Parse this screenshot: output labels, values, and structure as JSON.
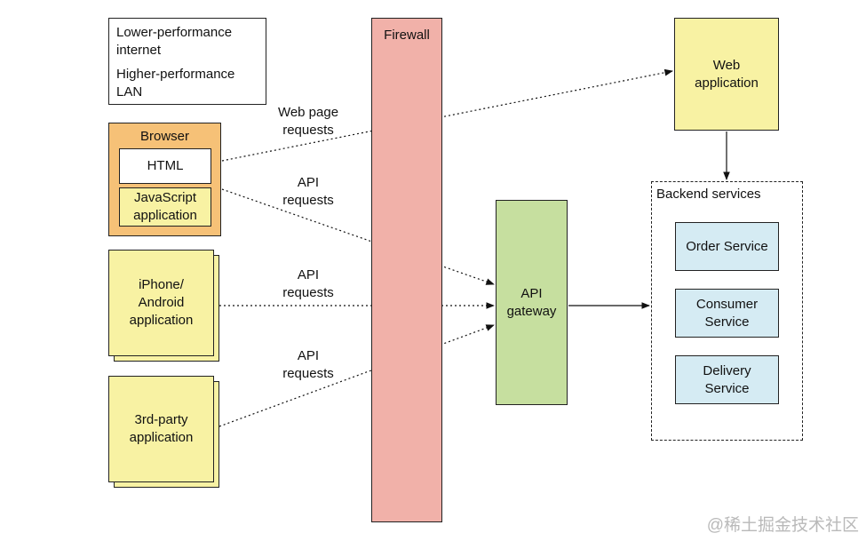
{
  "legend": {
    "dotted_label": "Lower-performance\ninternet",
    "solid_label": "Higher-performance\nLAN"
  },
  "firewall": {
    "label": "Firewall"
  },
  "browser": {
    "title": "Browser",
    "html_label": "HTML",
    "js_label": "JavaScript\napplication"
  },
  "mobile_app": {
    "label": "iPhone/\nAndroid\napplication"
  },
  "third_party_app": {
    "label": "3rd-party\napplication"
  },
  "web_application": {
    "label": "Web\napplication"
  },
  "api_gateway": {
    "label": "API\ngateway"
  },
  "backend": {
    "title": "Backend services",
    "services": [
      "Order Service",
      "Consumer\nService",
      "Delivery\nService"
    ]
  },
  "connections": {
    "web_page_requests": "Web page\nrequests",
    "api_requests_browser": "API\nrequests",
    "api_requests_mobile": "API\nrequests",
    "api_requests_third_party": "API\nrequests"
  },
  "colors": {
    "firewall": "#f1b1a9",
    "browser": "#f6c177",
    "app_yellow": "#f8f2a3",
    "gateway": "#c6df9f",
    "service": "#d5ebf3"
  },
  "watermark": "@稀土掘金技术社区"
}
